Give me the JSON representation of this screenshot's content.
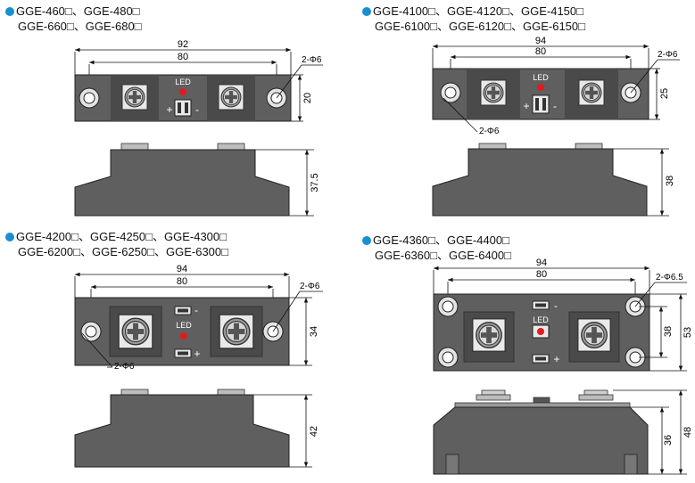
{
  "colors": {
    "body": "#5f5f5f",
    "body_dark": "#4a4a4a",
    "led": "#e01b22",
    "bullet": "#1a8fd0",
    "line": "#111111"
  },
  "common": {
    "led_label": "LED",
    "plus": "+",
    "minus": "-"
  },
  "models": [
    {
      "line1": "GGE-460□、GGE-480□",
      "line2": "GGE-660□、GGE-680□",
      "dim_outer": "92",
      "dim_inner": "80",
      "dim_height": "20",
      "dim_side": "37.5",
      "hole_right": "2-Φ6"
    },
    {
      "line1": "GGE-4100□、GGE-4120□、GGE-4150□",
      "line2": "GGE-6100□、GGE-6120□、GGE-6150□",
      "dim_outer": "94",
      "dim_inner": "80",
      "dim_height": "25",
      "dim_side": "38",
      "hole_right": "2-Φ6",
      "hole_left": "2-Φ6"
    },
    {
      "line1": "GGE-4200□、GGE-4250□、GGE-4300□",
      "line2": "GGE-6200□、GGE-6250□、GGE-6300□",
      "dim_outer": "94",
      "dim_inner": "80",
      "dim_height": "34",
      "dim_side": "42",
      "hole_right": "2-Φ6",
      "hole_left": "2-Φ6"
    },
    {
      "line1": "GGE-4360□、GGE-4400□",
      "line2": "GGE-6360□、GGE-6400□",
      "dim_outer": "94",
      "dim_inner": "80",
      "dim_height": "53",
      "dim_height_inner": "38",
      "dim_side": "48",
      "dim_side_inner": "36",
      "hole_right": "2-Φ6.5"
    }
  ]
}
